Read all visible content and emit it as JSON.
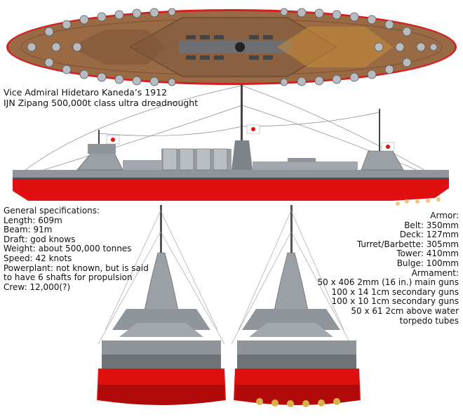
{
  "title": {
    "line1": "Vice Admiral Hidetaro Kaneda’s 1912",
    "line2": "IJN Zipang 500,000t class ultra dreadnought"
  },
  "specs": {
    "heading": "General specifications:",
    "length": "Length: 609m",
    "beam": "Beam: 91m",
    "draft": "Draft: god knows",
    "weight": "Weight: about 500,000 tonnes",
    "speed": "Speed: 42 knots",
    "powerplant_1": "Powerplant: not known, but is said",
    "powerplant_2": "to have 6 shafts for propulsion",
    "crew": "Crew: 12,000(?)"
  },
  "armor": {
    "heading": "Armor:",
    "belt": "Belt: 350mm",
    "deck": "Deck: 127mm",
    "turret": "Turret/Barbette: 305mm",
    "tower": "Tower: 410mm",
    "bulge": "Bulge: 100mm"
  },
  "armament": {
    "heading": "Armament:",
    "main": "50 x 406 2mm (16 in.) main guns",
    "secondary_14": "100 x 14 1cm secondary guns",
    "secondary_10": "100 x 10 1cm secondary guns",
    "torpedo_1": "50 x 61 2cm above water",
    "torpedo_2": "torpedo tubes"
  },
  "colors": {
    "hull_red": "#e01010",
    "deck_brown": "#9a6a44",
    "steel_grey": "#8f959b",
    "dark_grey": "#4a4f55"
  }
}
